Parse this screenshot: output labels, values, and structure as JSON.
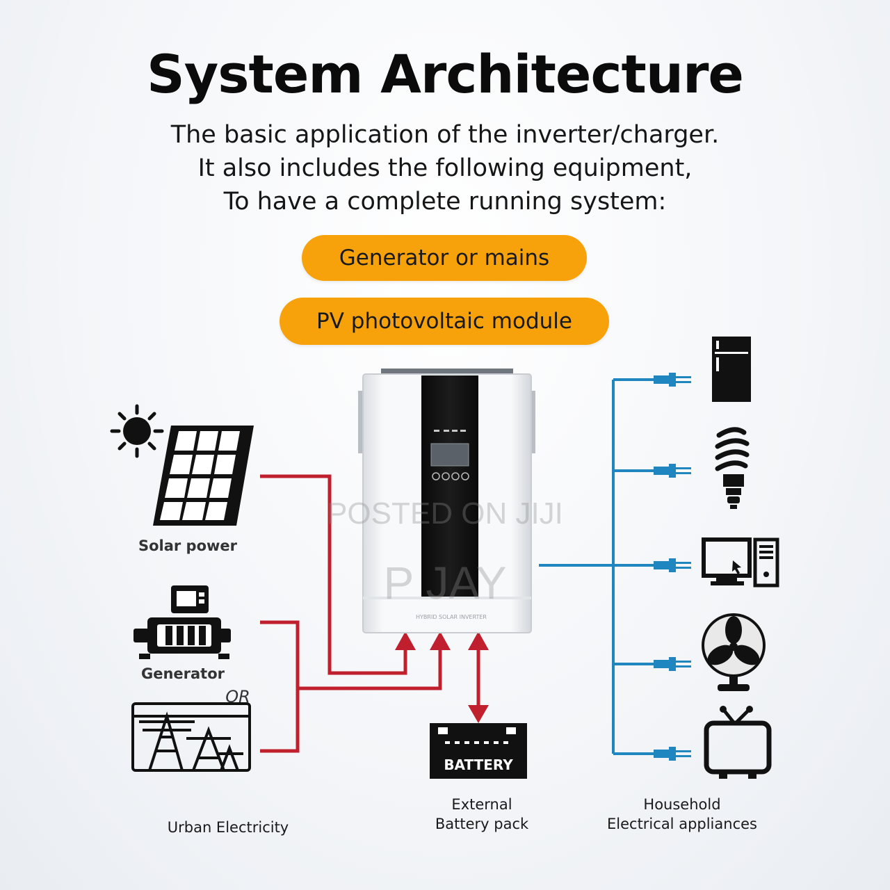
{
  "header": {
    "title": "System Architecture",
    "subtitle_lines": [
      "The basic application of the inverter/charger.",
      "It also includes the following equipment,",
      "To have a complete running system:"
    ]
  },
  "pills": [
    "Generator or mains",
    "PV photovoltaic module"
  ],
  "sources": {
    "solar_label": "Solar power",
    "generator_label": "Generator",
    "or_label": "OR",
    "group_label": "Urban Electricity"
  },
  "inverter": {
    "caption": "HYBRID SOLAR INVERTER"
  },
  "battery": {
    "text": "BATTERY",
    "caption_line1": "External",
    "caption_line2": "Battery pack"
  },
  "appliances": {
    "caption_line1": "Household",
    "caption_line2": "Electrical appliances",
    "items": [
      "refrigerator-icon",
      "lightbulb-icon",
      "computer-icon",
      "fan-icon",
      "tv-icon"
    ]
  },
  "watermark": {
    "line1": "POSTED ON JIJI",
    "line2": "P JAY"
  },
  "colors": {
    "pill": "#f7a20a",
    "input_line": "#c0202e",
    "output_line": "#1f86c0"
  }
}
